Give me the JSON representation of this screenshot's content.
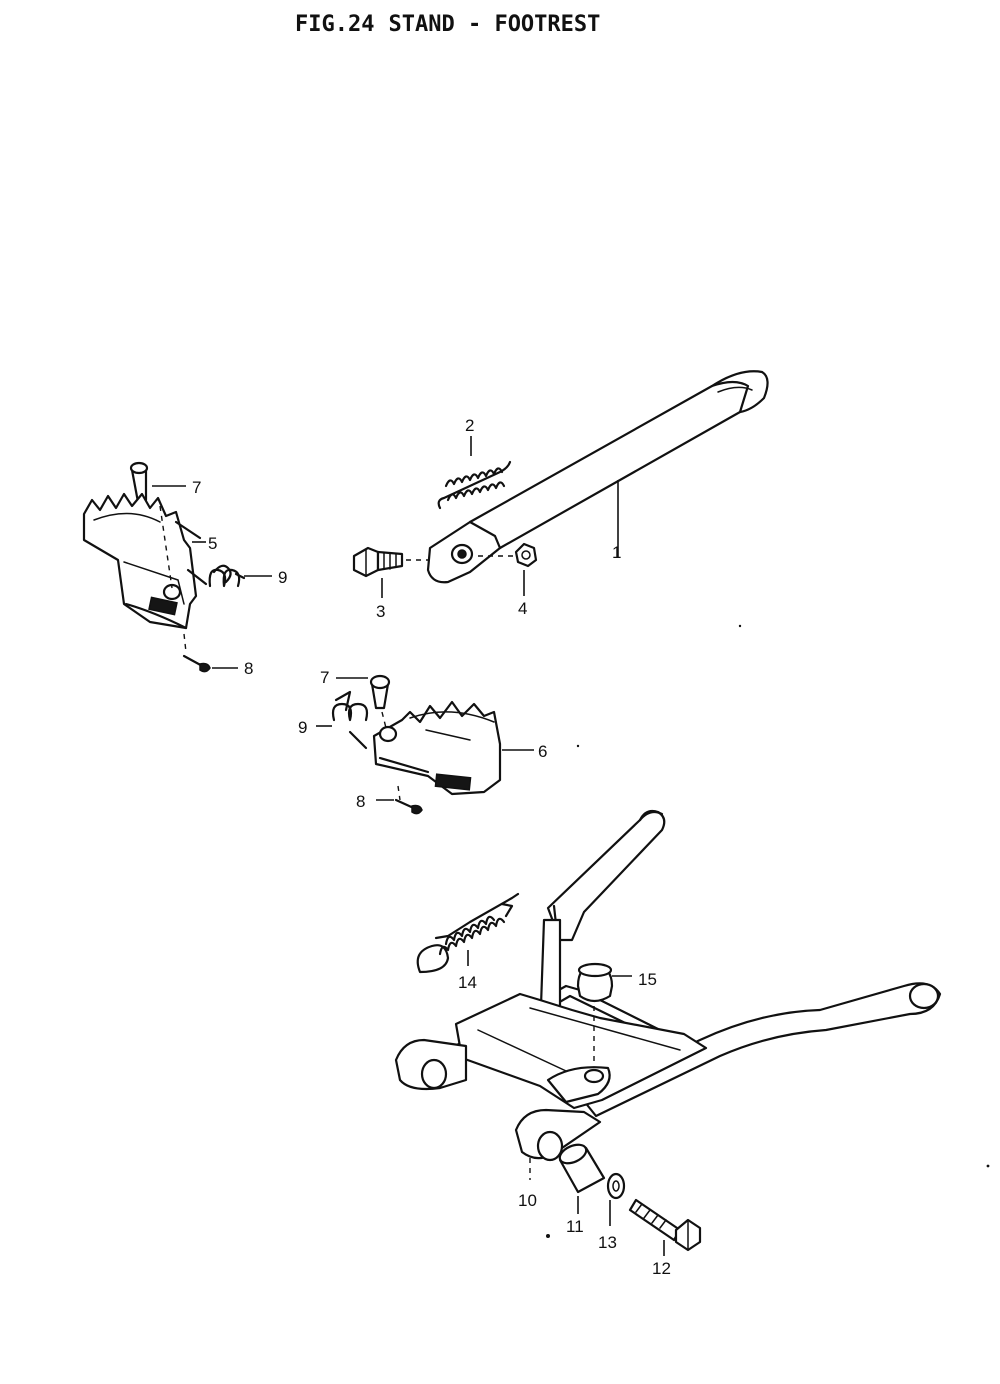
{
  "figure": {
    "number": "FIG.24",
    "title": "STAND - FOOTREST"
  },
  "callouts": {
    "p1": "1",
    "p2": "2",
    "p3": "3",
    "p4": "4",
    "p5": "5",
    "p6": "6",
    "p7a": "7",
    "p7b": "7",
    "p8a": "8",
    "p8b": "8",
    "p9a": "9",
    "p9b": "9",
    "p10": "10",
    "p11": "11",
    "p12": "12",
    "p13": "13",
    "p14": "14",
    "p15": "15"
  }
}
